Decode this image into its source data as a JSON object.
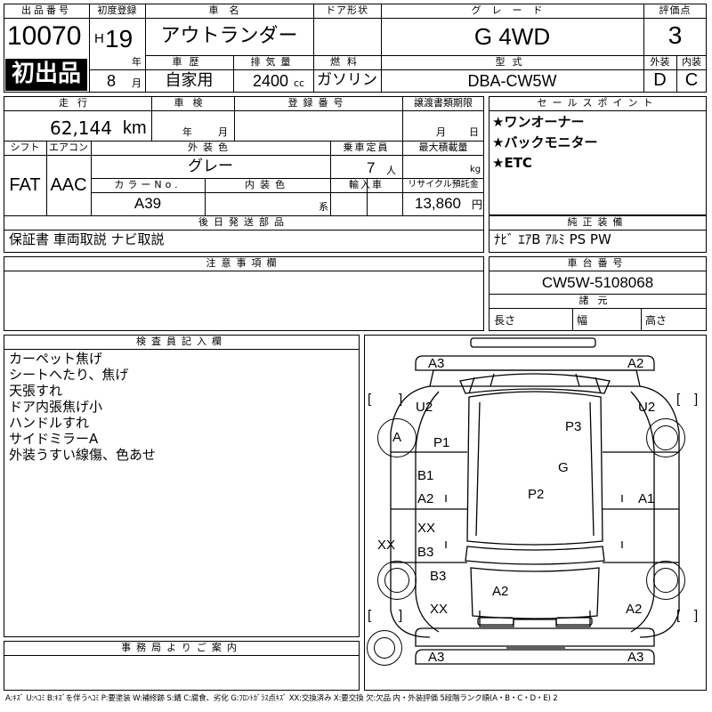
{
  "header": {
    "lot_no_label": "出品番号",
    "lot_no": "10070",
    "first_listing_badge": "初出品",
    "first_reg_label": "初度登録",
    "era": "H",
    "year": "19",
    "year_unit": "年",
    "month": "8",
    "month_unit": "月",
    "car_name_label": "車名",
    "car_name": "アウトランダー",
    "door_label": "ドア形状",
    "door": "",
    "grade_label": "グレード",
    "grade": "G 4WD",
    "score_label": "評価点",
    "score": "3",
    "history_label": "車歴",
    "history": "自家用",
    "displacement_label": "排気量",
    "displacement": "2400",
    "displacement_unit": "cc",
    "fuel_label": "燃料",
    "fuel": "ガソリン",
    "model_label": "型式",
    "model": "DBA-CW5W",
    "exterior_label": "外装",
    "exterior": "D",
    "interior_label": "内装",
    "interior": "C"
  },
  "details": {
    "mileage_label": "走行",
    "mileage": "62,144",
    "mileage_unit": "km",
    "inspection_label": "車検",
    "inspection_year_unit": "年",
    "inspection_month_unit": "月",
    "reg_no_label": "登録番号",
    "transfer_label": "譲渡書類期限",
    "transfer_month_unit": "月",
    "transfer_day_unit": "日",
    "shift_label": "シフト",
    "shift": "FAT",
    "ac_label": "エアコン",
    "ac": "AAC",
    "color_label": "外装色",
    "color": "グレー",
    "capacity_label": "乗車定員",
    "capacity": "7",
    "capacity_unit": "人",
    "max_load_label": "最大積載量",
    "max_load_unit": "kg",
    "color_no_label": "カラーNo.",
    "color_no": "A39",
    "interior_color_label": "内装色",
    "interior_color_unit": "系",
    "import_label": "輸入車",
    "recycle_label": "リサイクル預託金",
    "recycle": "13,860",
    "recycle_unit": "円",
    "later_parts_label": "後日発送部品",
    "later_parts": "保証書 車両取説 ナビ取説"
  },
  "sales": {
    "label": "セールスポイント",
    "points": [
      "★ワンオーナー",
      "★バックモニター",
      "★ETC"
    ]
  },
  "equipment": {
    "label": "純正装備",
    "value": "ﾅﾋﾞ ｴｱB ｱﾙﾐ PS PW"
  },
  "notes": {
    "label": "注意事項欄",
    "value": ""
  },
  "chassis": {
    "label": "車台番号",
    "value": "CW5W-5108068",
    "dims_label": "諸元",
    "length_label": "長さ",
    "width_label": "幅",
    "height_label": "高さ"
  },
  "inspector": {
    "label": "検査員記入欄",
    "lines": [
      "カーペット焦げ",
      "シートへたり、焦げ",
      "天張すれ",
      "ドア内張焦げ小",
      "ハンドルすれ",
      "サイドミラーA",
      "外装うすい線傷、色あせ"
    ]
  },
  "office": {
    "label": "事務局よりご案内",
    "value": ""
  },
  "diagram": {
    "marks": {
      "a3_fl": "A3",
      "a2_fr": "A2",
      "u2_l": "U2",
      "u2_r": "U2",
      "a_wheel": "A",
      "p1": "P1",
      "p3": "P3",
      "g": "G",
      "b1": "B1",
      "a2_l": "A2",
      "a1_r": "A1",
      "p2": "P2",
      "xx_l1": "XX",
      "xx_wheel": "XX",
      "b3_l1": "B3",
      "b3_l2": "B3",
      "a2_rear": "A2",
      "xx_l2": "XX",
      "a2_rr": "A2",
      "a3_bl": "A3",
      "a3_br": "A3"
    },
    "brackets": [
      "[",
      "]",
      "[",
      "]",
      "[",
      "]",
      "[",
      "]"
    ]
  },
  "legend": "A:ｷｽﾞ U:ﾍｺﾐ B:ｷｽﾞを伴うﾍｺﾐ P:要塗装 W:補修跡 S:錆 C:腐食、劣化 G:ﾌﾛﾝﾄｶﾞﾗｽ点ｷｽﾞ XX:交換済み X:要交換 欠:欠品 内・外装評価 5段階ランク順(A・B・C・D・E) 2"
}
